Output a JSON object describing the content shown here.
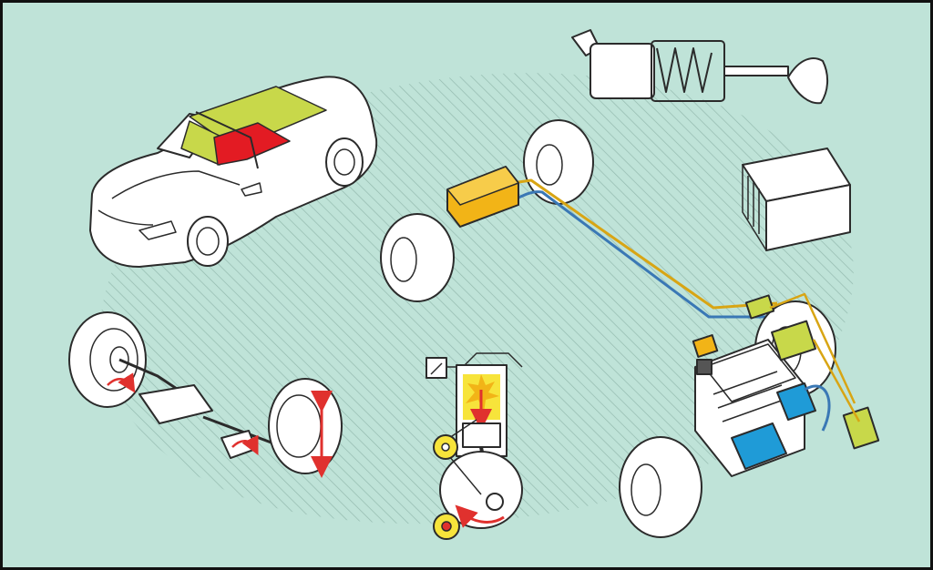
{
  "illustration": {
    "background_color": "#bfe3d8",
    "hatch_color": "#8fb5aa",
    "outline_color": "#2b2b2b",
    "highlight_colors": {
      "occupant_zone": "#c8d84a",
      "seat_zone": "#e31b23",
      "fuel_tank": "#f2b417",
      "fuel_line": "#d8a514",
      "brake_line": "#3a78b5",
      "starter_motor": "#1f9bd7",
      "force_arrow": "#e0312e",
      "combustion": "#f7e43b"
    },
    "components": [
      "convertible-car",
      "shock-absorber",
      "battery-block",
      "chassis-with-wheels",
      "engine-block",
      "steering-assembly",
      "piston-cylinder"
    ]
  }
}
